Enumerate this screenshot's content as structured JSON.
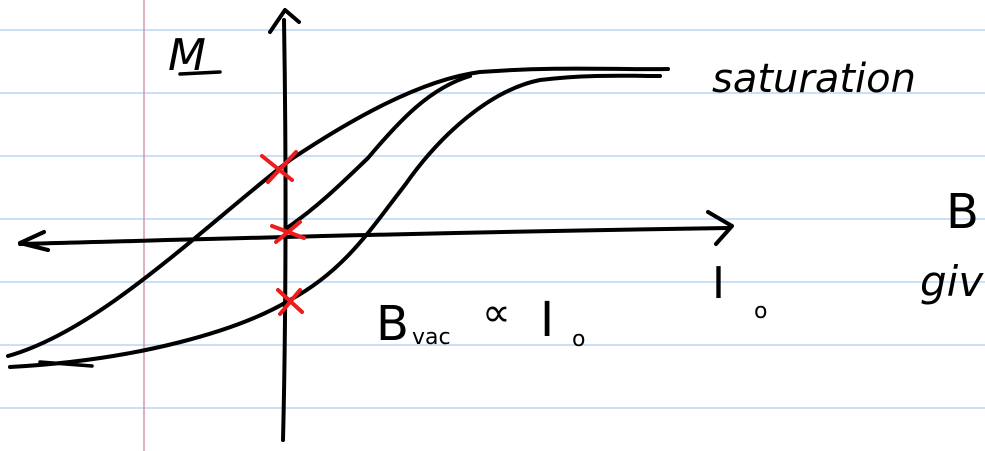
{
  "page": {
    "rule_color": "#a9cdf0",
    "margin_color": "#c98aa8",
    "ink_color": "#000000",
    "marker_color": "#ee1c1c"
  },
  "axes": {
    "y_label": "M",
    "x_label": "I",
    "x_label_subscript": "o"
  },
  "annotations": {
    "saturation_text": "saturation",
    "relation_text": "B",
    "relation_subscript": "vac",
    "relation_operator": "∝",
    "relation_rhs": "I",
    "relation_rhs_subscript": "o",
    "cutoff_char_top": "B",
    "cutoff_text_bottom": "giv"
  },
  "markers": [
    {
      "name": "remanence-marker"
    },
    {
      "name": "origin-marker"
    },
    {
      "name": "negative-remanence-marker"
    }
  ]
}
